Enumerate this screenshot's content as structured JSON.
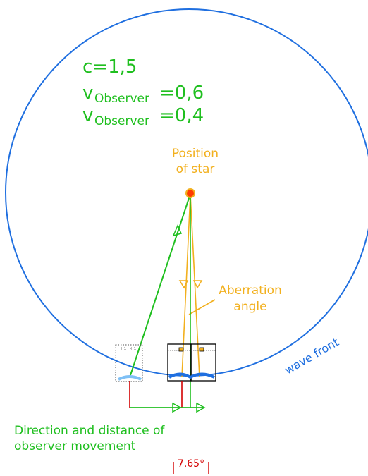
{
  "labels": {
    "c_value": "c=1,5",
    "observer_label_a": "Observer",
    "observer_value_a": "=0,6",
    "observer_label_b": "Observer",
    "observer_value_b": "=0,4",
    "v_prefix": "v",
    "star_line1": "Position",
    "star_line2": "of star",
    "aberration_line1": "Aberration",
    "aberration_line2": "angle",
    "wave_front": "wave front",
    "movement_line1": "Direction and distance of",
    "movement_line2": "observer movement",
    "angle_value": "7.65°"
  },
  "colors": {
    "green": "#1fbf1f",
    "orange": "#f2b01e",
    "blue": "#1f6fe0",
    "red": "#d40000",
    "star_fill": "#ff3b00",
    "star_ring": "#f2b01e"
  }
}
